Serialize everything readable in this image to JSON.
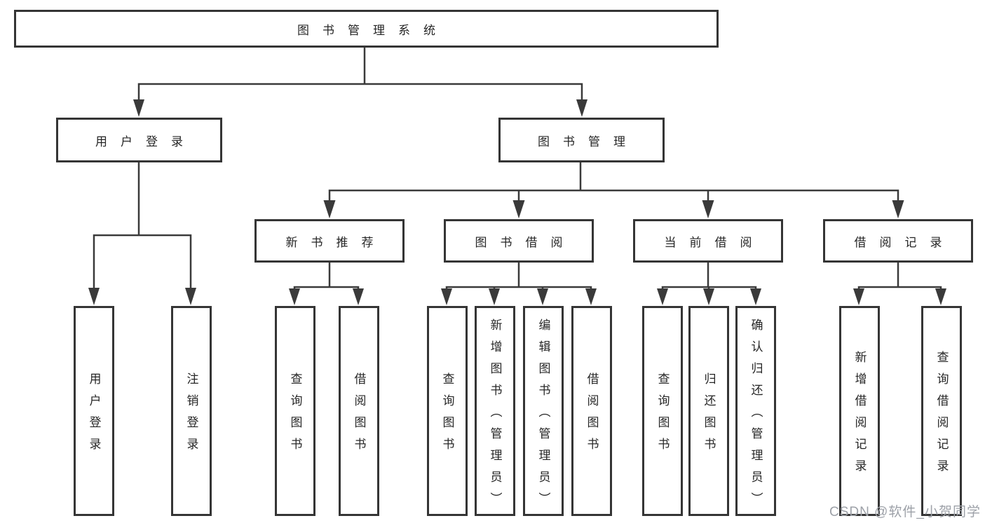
{
  "diagram": {
    "root": {
      "label": "图书管理系统"
    },
    "branches": [
      {
        "label": "用户登录",
        "children": [
          {
            "label": "用户登录"
          },
          {
            "label": "注销登录"
          }
        ]
      },
      {
        "label": "图书管理",
        "children": [
          {
            "label": "新书推荐",
            "children": [
              {
                "label": "查询图书"
              },
              {
                "label": "借阅图书"
              }
            ]
          },
          {
            "label": "图书借阅",
            "children": [
              {
                "label": "查询图书"
              },
              {
                "label": "新增图书（管理员）"
              },
              {
                "label": "编辑图书（管理员）"
              },
              {
                "label": "借阅图书"
              }
            ]
          },
          {
            "label": "当前借阅",
            "children": [
              {
                "label": "查询图书"
              },
              {
                "label": "归还图书"
              },
              {
                "label": "确认归还（管理员）"
              }
            ]
          },
          {
            "label": "借阅记录",
            "children": [
              {
                "label": "新增借阅记录"
              },
              {
                "label": "查询借阅记录"
              }
            ]
          }
        ]
      }
    ],
    "watermark": "CSDN @软件_小贺同学",
    "colors": {
      "line": "#3a3a3a",
      "text": "#262626",
      "box_background": "#ffffff",
      "watermark": "#9da1a8"
    }
  }
}
